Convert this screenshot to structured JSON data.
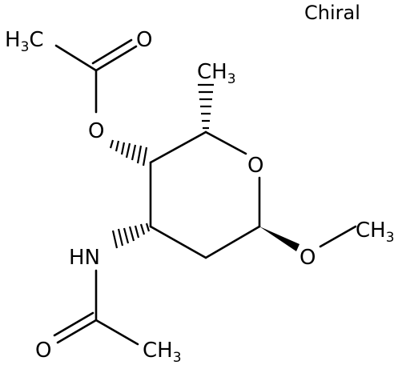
{
  "structure_note": "Chiral",
  "atoms": {
    "ch3_top_left": {
      "main": "H",
      "sub": "3",
      "tail": "C"
    },
    "o_carbonyl_top": "O",
    "o_ester": "O",
    "ch3_top_right": {
      "main": "CH",
      "sub": "3"
    },
    "o_ring": "O",
    "ch3_right": {
      "main": "CH",
      "sub": "3"
    },
    "o_methoxy": "O",
    "hn": "HN",
    "o_carbonyl_bottom": "O",
    "ch3_bottom": {
      "main": "CH",
      "sub": "3"
    }
  },
  "colors": {
    "ink": "#000000",
    "background": "#ffffff"
  }
}
